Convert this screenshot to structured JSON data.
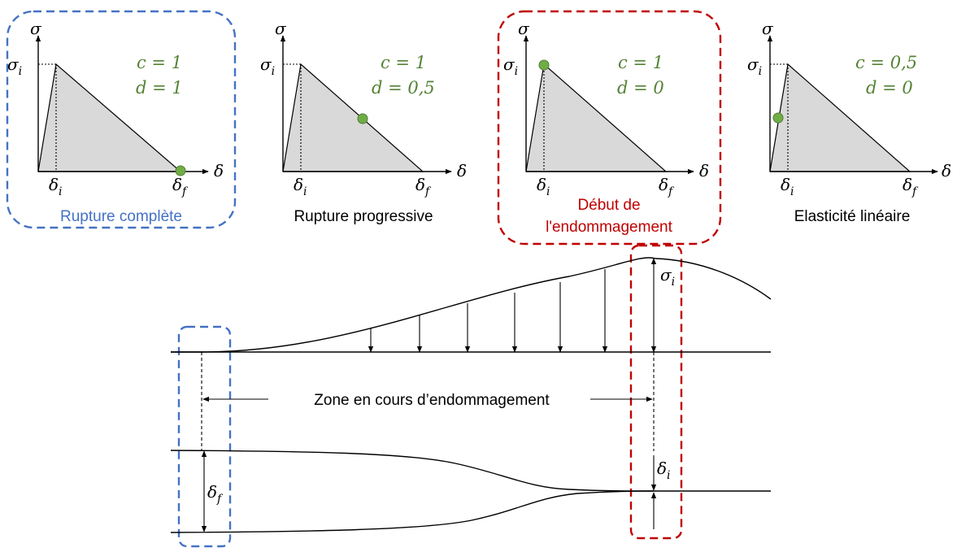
{
  "symbols": {
    "sigma": "σ",
    "delta": "δ",
    "sub_i": "i",
    "sub_f": "f"
  },
  "panels": [
    {
      "c_text": "c = 1",
      "d_text": "d = 1",
      "caption_lines": [
        "Rupture complète"
      ],
      "state_point": "at δf (full damage)",
      "highlight": "blue"
    },
    {
      "c_text": "c = 1",
      "d_text": "d = 0,5",
      "caption_lines": [
        "Rupture progressive"
      ],
      "state_point": "midway on softening branch",
      "highlight": "none"
    },
    {
      "c_text": "c = 1",
      "d_text": "d = 0",
      "caption_lines": [
        "Début de",
        "l'endommagement"
      ],
      "state_point": "at peak σi",
      "highlight": "red"
    },
    {
      "c_text": "c = 0,5",
      "d_text": "d = 0",
      "caption_lines": [
        "Elasticité linéaire"
      ],
      "state_point": "midway on elastic branch",
      "highlight": "none"
    }
  ],
  "zone": {
    "label": "Zone en cours d’endommagement"
  },
  "colors": {
    "blue_box": "#4472C4",
    "red_box": "#C00000",
    "green_text": "#548235",
    "point_fill": "#70AD47",
    "triangle_fill": "#D9D9D9",
    "red_text": "#C00000",
    "blue_text": "#4472C4"
  }
}
